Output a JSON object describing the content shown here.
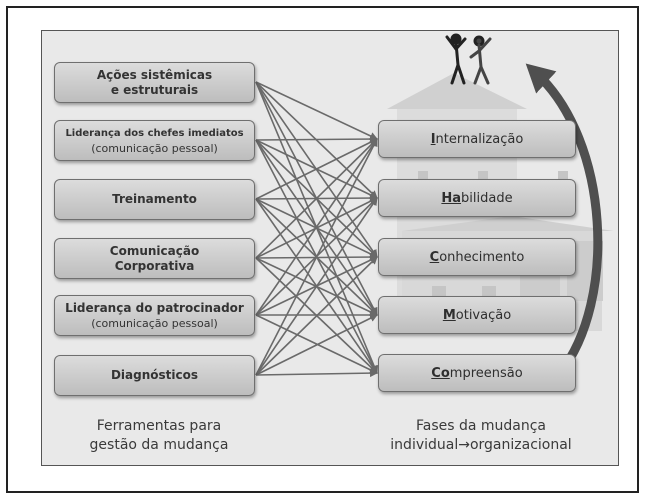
{
  "left_tools": [
    {
      "line1": "Ações sistêmicas",
      "line2": "e estruturais"
    },
    {
      "line1": "Liderança dos chefes imediatos",
      "line2": "(comunicação pessoal)"
    },
    {
      "line1": "Treinamento",
      "line2": ""
    },
    {
      "line1": "Comunicação",
      "line2": "Corporativa"
    },
    {
      "line1": "Liderança do patrocinador",
      "line2": "(comunicação pessoal)"
    },
    {
      "line1": "Diagnósticos",
      "line2": ""
    }
  ],
  "right_phases": [
    {
      "initial": "I",
      "rest": "nternalização"
    },
    {
      "initial": "Ha",
      "rest": "bilidade"
    },
    {
      "initial": "C",
      "rest": "onhecimento"
    },
    {
      "initial": "M",
      "rest": "otivação"
    },
    {
      "initial": "Co",
      "rest": "mpreensão"
    }
  ],
  "captions": {
    "left_line1": "Ferramentas para",
    "left_line2": "gestão da mudança",
    "right_line1": "Fases da mudança",
    "right_line2": "individual→organizacional"
  },
  "colors": {
    "box_fill": "#cfcfcf",
    "arrow": "#6a6a6a",
    "big_arrow": "#4f4f4f"
  },
  "icons": [
    "people-celebrating-icon",
    "building-background",
    "curved-up-arrow"
  ]
}
